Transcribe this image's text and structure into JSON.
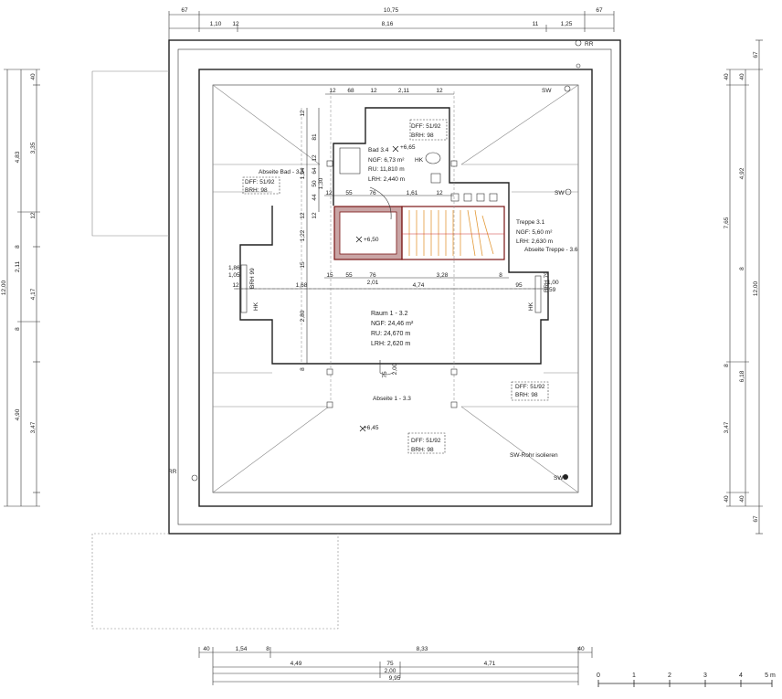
{
  "dimensions": {
    "top_row1": [
      "67",
      "10,75",
      "67"
    ],
    "top_row2": [
      "1,10",
      "12",
      "8,16",
      "11",
      "1,25"
    ],
    "bottom_row1": [
      "40",
      "1,54",
      "8",
      "8,33",
      "40"
    ],
    "bottom_row2": [
      "4,49",
      "75",
      "4,71"
    ],
    "bottom_row3": [
      "2,00"
    ],
    "bottom_row4": [
      "9,95"
    ],
    "left_outer": [
      "12,00"
    ],
    "left_mid": [
      "4,83",
      "2,11",
      "4,90"
    ],
    "left_inner": [
      "40",
      "3,35",
      "12",
      "8",
      "4,17",
      "8",
      "3,47"
    ],
    "right_outer": [
      "12,00"
    ],
    "right_mid": [
      "7,65"
    ],
    "right_inner": [
      "40",
      "4,92",
      "8",
      "8",
      "6,18",
      "3,47",
      "40",
      "67"
    ],
    "right_col": [
      "67",
      "40"
    ],
    "inner": [
      "12",
      "68",
      "12",
      "2,11",
      "12",
      "81",
      "12",
      "12",
      "1,54",
      "64",
      "50",
      "1,30",
      "44",
      "12",
      "55",
      "76",
      "1,61",
      "12",
      "1,22",
      "15",
      "2,80",
      "8",
      "15",
      "55",
      "76",
      "3,28",
      "8",
      "2,01",
      "12",
      "1,68",
      "4,74",
      "95",
      "1,86",
      "1,05",
      "1,00",
      "59",
      "75",
      "2,00"
    ]
  },
  "rooms": {
    "bad": {
      "name": "Bad 3.4",
      "ngf": "NGF: 6,73 m²",
      "ru": "RU: 11,810 m",
      "lrh": "LRH: 2,440 m"
    },
    "treppe": {
      "name": "Treppe 3.1",
      "ngf": "NGF: 5,60 m²",
      "lrh": "LRH: 2,630 m",
      "abseite": "Abseite Treppe - 3.6"
    },
    "raum": {
      "name": "Raum 1 - 3.2",
      "ngf": "NGF: 24,46 m²",
      "ru": "RU: 24,670 m",
      "lrh": "LRH: 2,620 m"
    },
    "abseite_bad": "Abseite Bad - 3.5",
    "abseite_1": "Abseite 1 - 3.3"
  },
  "windows": [
    {
      "dff": "DFF: 51/92",
      "brh": "BRH: 98"
    },
    {
      "dff": "DFF: 51/92",
      "brh": "BRH: 98"
    },
    {
      "dff": "DFF: 51/92",
      "brh": "BRH: 98"
    },
    {
      "dff": "DFF: 51/92",
      "brh": "BRH: 98"
    }
  ],
  "labels": {
    "rr": "RR",
    "sw": "SW",
    "hk": "HK",
    "brh_99": "BRH 99",
    "brh_79": "BRH 79",
    "fh": "RR",
    "sw_rohr": "SW-Rohr isolieren",
    "level_665": "+6,65",
    "level_650": "+6,50",
    "level_645": "+6,45"
  },
  "scale": {
    "ticks": [
      "0",
      "1",
      "2",
      "3",
      "4",
      "5 m"
    ]
  }
}
